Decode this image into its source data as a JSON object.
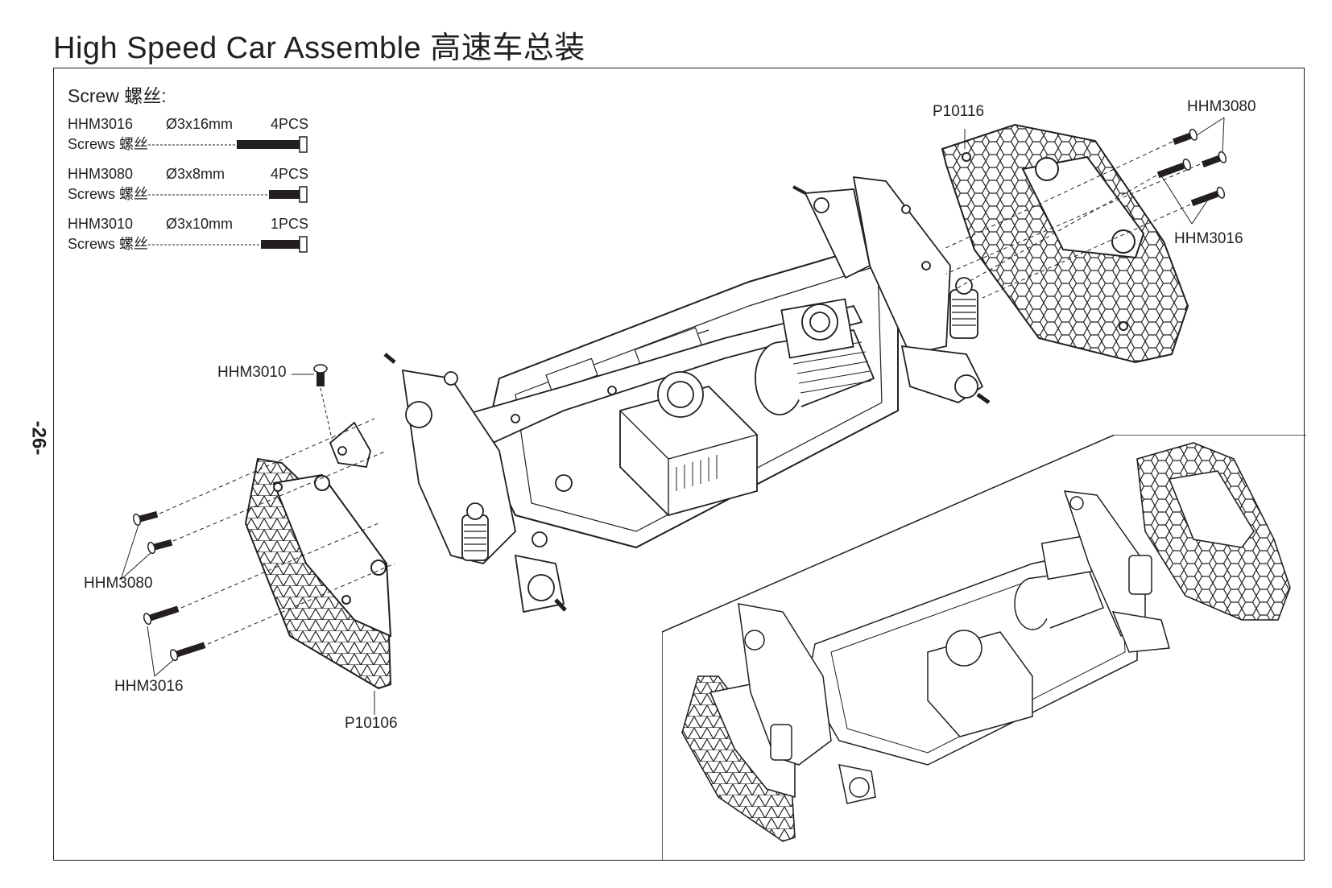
{
  "page": {
    "title": "High Speed Car Assemble 高速车总装",
    "page_number": "-26-"
  },
  "screw_list": {
    "title": "Screw 螺丝:",
    "items": [
      {
        "code": "HHM3016",
        "size": "Ø3x16mm",
        "qty": "4PCS",
        "label": "Screws 螺丝"
      },
      {
        "code": "HHM3080",
        "size": "Ø3x8mm",
        "qty": "4PCS",
        "label": "Screws 螺丝"
      },
      {
        "code": "HHM3010",
        "size": "Ø3x10mm",
        "qty": "1PCS",
        "label": "Screws 螺丝"
      }
    ]
  },
  "callouts": {
    "rear_bumper": "P10116",
    "rear_short_screws": "HHM3080",
    "rear_long_screws": "HHM3016",
    "front_bracket_screw": "HHM3010",
    "front_short_screws": "HHM3080",
    "front_long_screws": "HHM3016",
    "front_bumper": "P10106"
  }
}
